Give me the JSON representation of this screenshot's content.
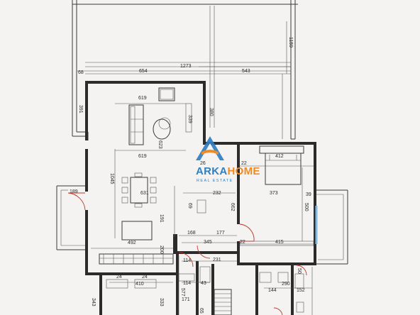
{
  "dimensions": {
    "d1159": "1159",
    "d68": "68",
    "d654": "654",
    "d1273": "1273",
    "d543": "543",
    "d391": "391",
    "d619_top": "619",
    "d619_mid": "619",
    "d623": "623",
    "d380": "380",
    "d339": "339",
    "d26": "26",
    "d22_a": "22",
    "d412": "412",
    "d1045": "1045",
    "d631": "631",
    "d232": "232",
    "d189": "189",
    "d373": "373",
    "d39": "39",
    "d500": "500",
    "d191": "191",
    "d662": "662",
    "d69": "69",
    "d168": "168",
    "d177": "177",
    "d492": "492",
    "d345": "345",
    "d22_b": "22",
    "d415": "415",
    "d200": "200",
    "d114_a": "114",
    "d231": "231",
    "d24_a": "24",
    "d24_b": "24",
    "d410": "410",
    "d114_b": "114",
    "d43": "43",
    "d343": "343",
    "d333": "333",
    "d171": "171",
    "d577": "577",
    "d144": "144",
    "d290": "290",
    "d152": "152",
    "d50": "50",
    "d65": "65"
  },
  "watermark": {
    "brand_prefix": "ARKA",
    "brand_suffix": "HOME",
    "tagline": "REAL ESTATE"
  },
  "colors": {
    "brand_blue": "#2f7fc1",
    "brand_orange": "#f08a24",
    "door_swing": "#c0392b",
    "wall": "#2b2b2b"
  }
}
